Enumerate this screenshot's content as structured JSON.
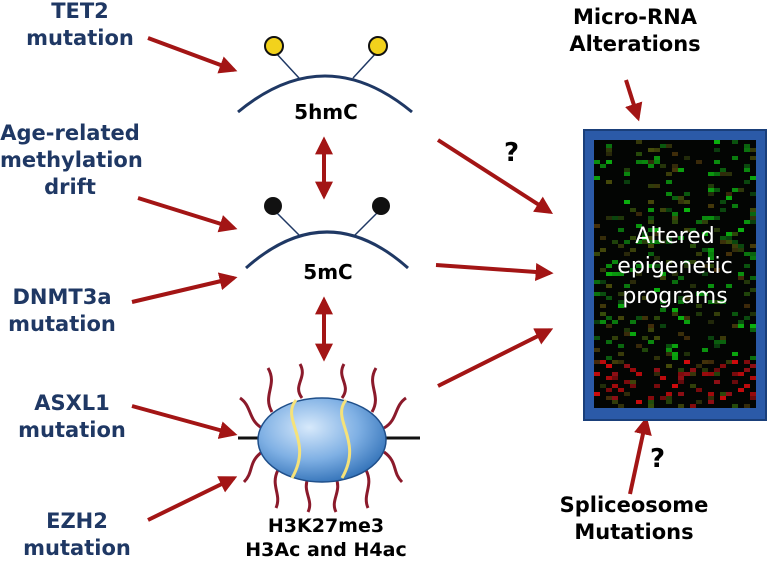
{
  "mutations": {
    "tet2": [
      "TET2",
      "mutation"
    ],
    "age": [
      "Age-related",
      "methylation",
      "drift"
    ],
    "dnmt3a": [
      "DNMT3a",
      "mutation"
    ],
    "asxl1": [
      "ASXL1",
      "mutation"
    ],
    "ezh2": [
      "EZH2",
      "mutation"
    ]
  },
  "marks": {
    "hmc": "5hmC",
    "mc": "5mC",
    "histone": [
      "H3K27me3",
      "H3Ac and H4ac"
    ]
  },
  "other_inputs": {
    "microrna": [
      "Micro-RNA",
      "Alterations"
    ],
    "spliceosome": [
      "Spliceosome",
      "Mutations"
    ]
  },
  "heatmap_label": [
    "Altered",
    "epigenetic",
    "programs"
  ],
  "unknown_marker": "?",
  "colors": {
    "arrow": "#a31515",
    "mutation_text": "#1f3864",
    "dna_line": "#1f3864",
    "hmc_dot": "#f2d21c",
    "mc_dot": "#111111",
    "heatmap_border": "#2b5aa8",
    "histone_tail": "#8b1a2b"
  }
}
